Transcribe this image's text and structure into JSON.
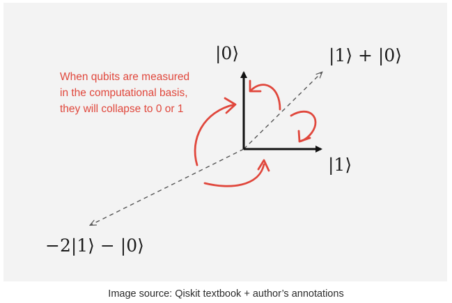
{
  "figure": {
    "label_zero": "|0⟩",
    "label_one": "|1⟩",
    "label_sum": "|1⟩ + |0⟩",
    "label_neg": "−2|1⟩ − |0⟩",
    "annotation_lines": [
      "When qubits are measured",
      "in the computational basis,",
      "they will collapse to 0 or 1"
    ],
    "annotation_color": "#e0473c",
    "axis_color": "#111111",
    "dash_color": "#555555"
  },
  "caption": "Image source: Qiskit textbook + author’s annotations"
}
